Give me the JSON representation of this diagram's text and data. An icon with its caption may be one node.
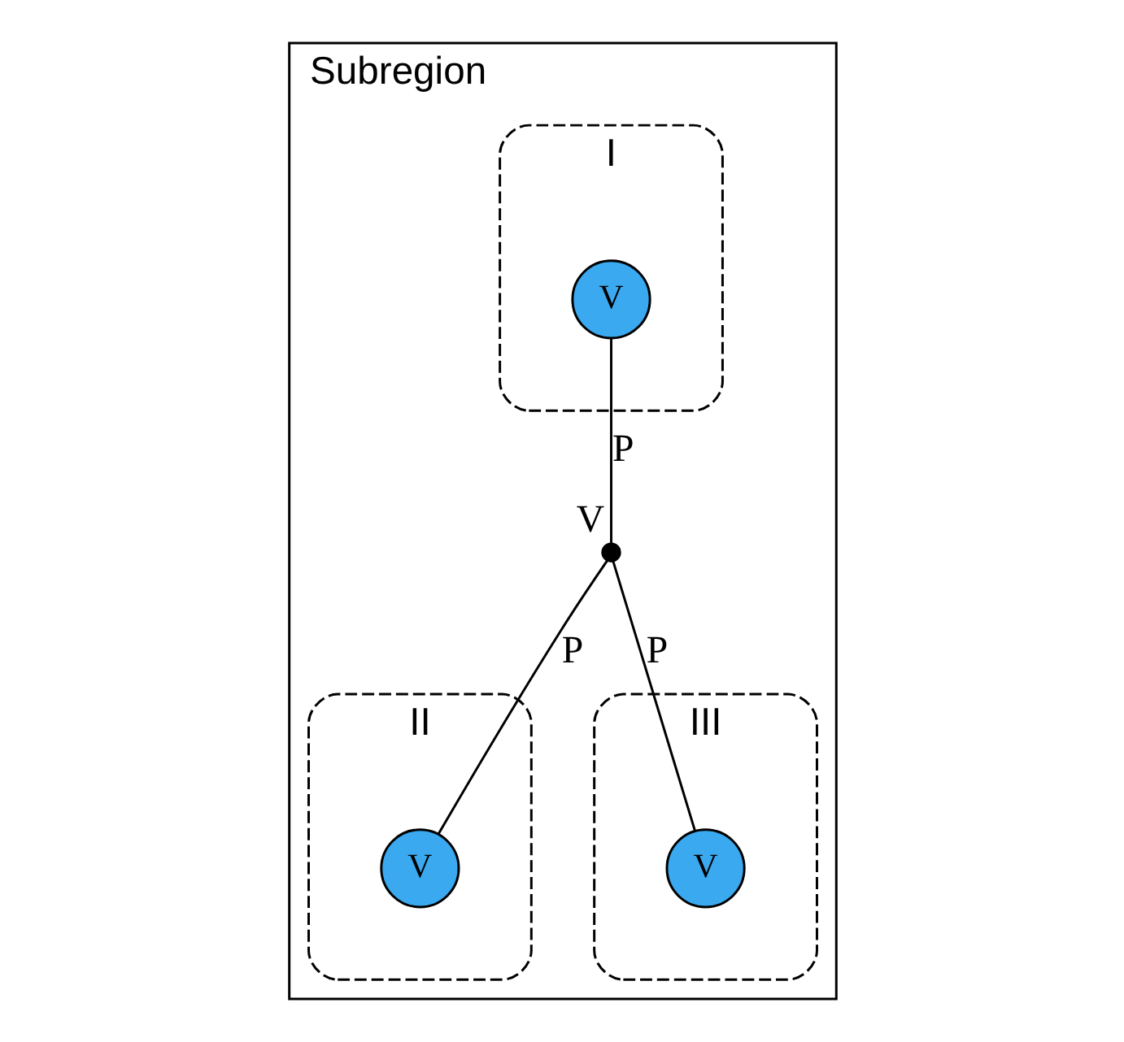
{
  "diagram": {
    "nodes": [
      {
        "text": [
          "Subregion"
        ]
      },
      {
        "text": [
          "I"
        ],
        "in": 0
      },
      {
        "text": [
          "V"
        ],
        "in": 1
      },
      {
        "text": [
          "II"
        ],
        "in": 0
      },
      {
        "text": [
          "V"
        ],
        "in": 3
      },
      {
        "text": [
          "III"
        ],
        "in": 0
      },
      {
        "text": [
          "V"
        ],
        "in": 5
      },
      {
        "text": [],
        "shape": "dot",
        "beside": [
          "V"
        ],
        "in": 0
      }
    ],
    "edges": [
      {
        "from": 2,
        "to": 7,
        "arrow": "none",
        "label": "P"
      },
      {
        "from": 7,
        "to": 4,
        "arrow": "none",
        "label": "P"
      },
      {
        "from": 7,
        "to": 6,
        "arrow": "none",
        "label": "P"
      }
    ]
  }
}
